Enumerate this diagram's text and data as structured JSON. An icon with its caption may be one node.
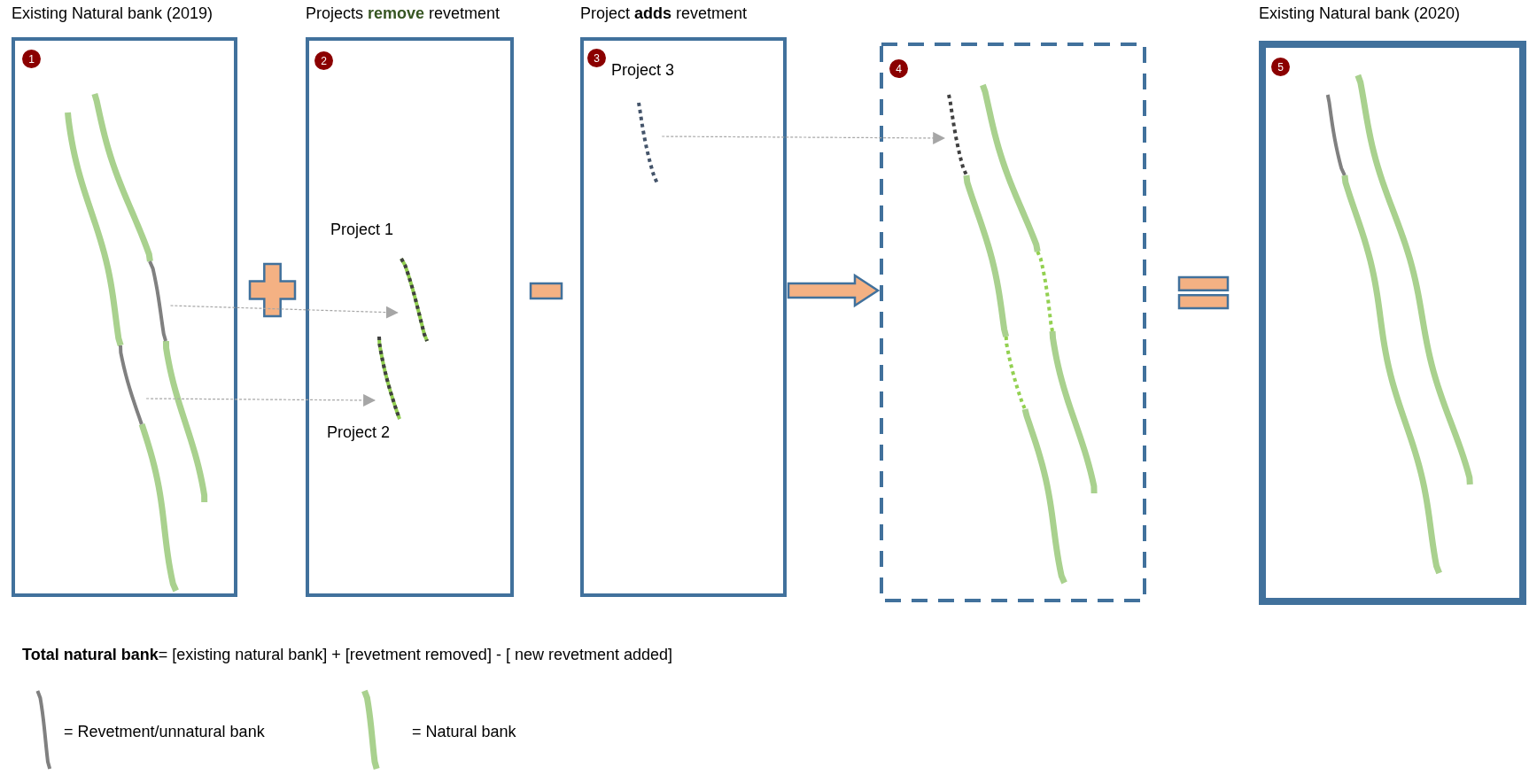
{
  "diagram": {
    "nodes": [
      {
        "text": [
          "Existing Natural bank (2019)"
        ]
      },
      {
        "text": [
          "1"
        ],
        "in": 0
      },
      {
        "text": [],
        "shape": "line",
        "in": 0
      },
      {
        "text": [],
        "shape": "line",
        "in": 0
      },
      {
        "text": [],
        "shape": "plus"
      },
      {
        "text": [
          "Projects **remove** revetment"
        ]
      },
      {
        "text": [
          "2"
        ],
        "in": 5
      },
      {
        "text": [],
        "shape": "line",
        "in": 5,
        "beside": [
          "Project 1"
        ]
      },
      {
        "text": [],
        "shape": "line",
        "in": 5,
        "beside": [
          "Project 2"
        ]
      },
      {
        "text": [],
        "shape": "minus"
      },
      {
        "text": [
          "Project **adds** revetment"
        ]
      },
      {
        "text": [
          "3"
        ],
        "in": 10
      },
      {
        "text": [],
        "shape": "line",
        "in": 10
      },
      {
        "text": [],
        "shape": "box"
      },
      {
        "text": [
          "4"
        ],
        "in": 13
      },
      {
        "text": [],
        "shape": "line",
        "in": 13
      },
      {
        "text": [],
        "shape": "equals"
      },
      {
        "text": [
          "Existing Natural bank (2020)"
        ]
      },
      {
        "text": [
          "5"
        ],
        "in": 17
      }
    ],
    "edges": [
      {
        "from": 2,
        "to": 7,
        "arrow": "to",
        "style": "dashed"
      },
      {
        "from": 3,
        "to": 8,
        "arrow": "to",
        "style": "dashed"
      },
      {
        "from": 12,
        "to": 15,
        "arrow": "to",
        "style": "dashed"
      },
      {
        "from": 10,
        "to": 13,
        "arrow": "to",
        "style": "thick",
        "color": "#f4b183"
      }
    ],
    "labels": [
      "Project 3",
      "**Total natural bank**= [existing natural bank] + [revetment removed] - [ new revetment added]"
    ],
    "legend": [
      {
        "text": "= Revetment/unnatural bank"
      },
      {
        "text": "= Natural bank"
      }
    ]
  }
}
